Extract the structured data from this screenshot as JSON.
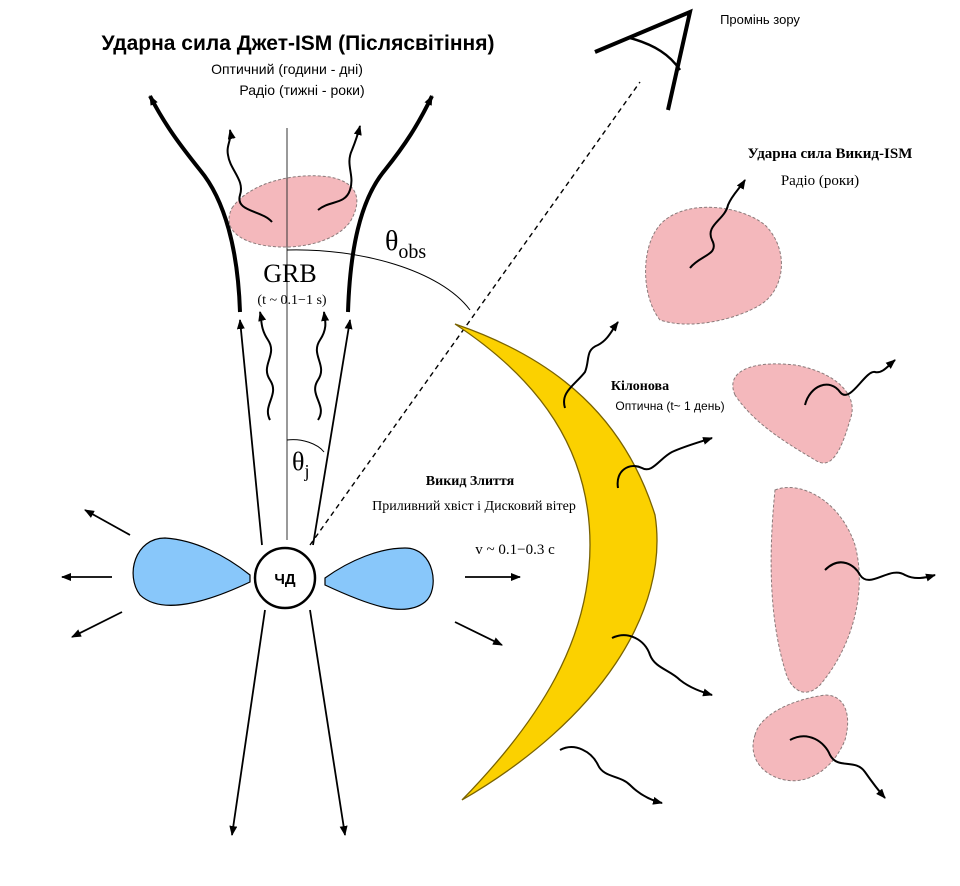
{
  "labels": {
    "jet_title": "Ударна сила Джет-ISM (Післясвітіння)",
    "jet_optical": "Оптичний (години - дні)",
    "jet_radio": "Радіо (тижні - роки)",
    "line_of_sight": "Промінь зору",
    "outflow_title": "Ударна сила Викид-ISM",
    "outflow_radio": "Радіо (роки)",
    "theta_obs_main": "θ",
    "theta_obs_sub": "obs",
    "grb": "GRB",
    "grb_time": "(t ~ 0.1−1 s)",
    "kilonova": "Кілонова",
    "kilonova_optical": "Оптична (t~ 1 день)",
    "theta_j_main": "θ",
    "theta_j_sub": "j",
    "merger_ejecta": "Викид Злиття",
    "tidal_tail": "Приливний хвіст і Дисковий вітер",
    "velocity": "v ~ 0.1−0.3 c",
    "black_hole": "ЧД"
  },
  "colors": {
    "ink": "#000000",
    "shock_fill": "#f4b8bc",
    "shock_edge": "#8a7a7a",
    "lobe_fill": "#88c7fa",
    "ejecta_fill": "#fbd100",
    "ejecta_edge": "#7a6300"
  }
}
